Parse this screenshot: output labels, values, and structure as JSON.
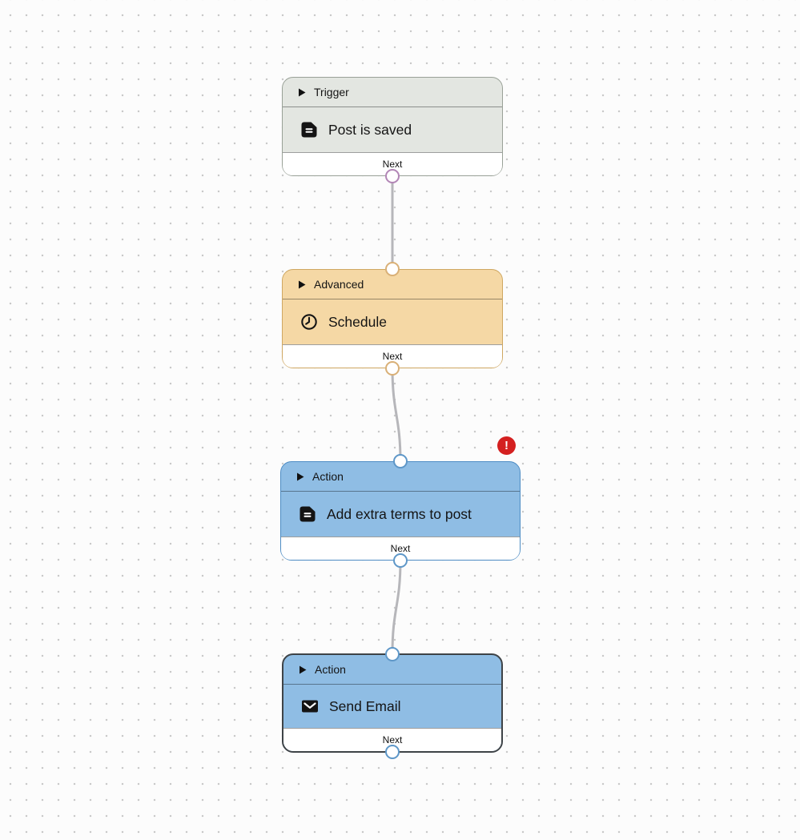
{
  "canvas": {
    "background_color": "#fcfcfc",
    "dot_color": "#c9c9c9",
    "edge_color": "#b6b6ba"
  },
  "nodes": [
    {
      "type_label": "Trigger",
      "title": "Post is saved",
      "icon": "document-icon",
      "next_label": "Next",
      "fill_color": "#e3e6e1",
      "border_color": "#99a197",
      "port_color": "#b286b6",
      "has_error": false
    },
    {
      "type_label": "Advanced",
      "title": "Schedule",
      "icon": "clock-icon",
      "next_label": "Next",
      "fill_color": "#f5d8a5",
      "border_color": "#cfa761",
      "port_color": "#d9b077",
      "has_error": false
    },
    {
      "type_label": "Action",
      "title": "Add extra terms to post",
      "icon": "document-icon",
      "next_label": "Next",
      "fill_color": "#8fbde4",
      "border_color": "#4d8cc4",
      "port_color": "#5e97c8",
      "has_error": true
    },
    {
      "type_label": "Action",
      "title": "Send Email",
      "icon": "envelope-icon",
      "next_label": "Next",
      "fill_color": "#8fbde4",
      "border_color": "#3e4347",
      "port_color": "#5e97c8",
      "has_error": false
    }
  ],
  "error_badge": {
    "symbol": "!",
    "color": "#d42020"
  }
}
